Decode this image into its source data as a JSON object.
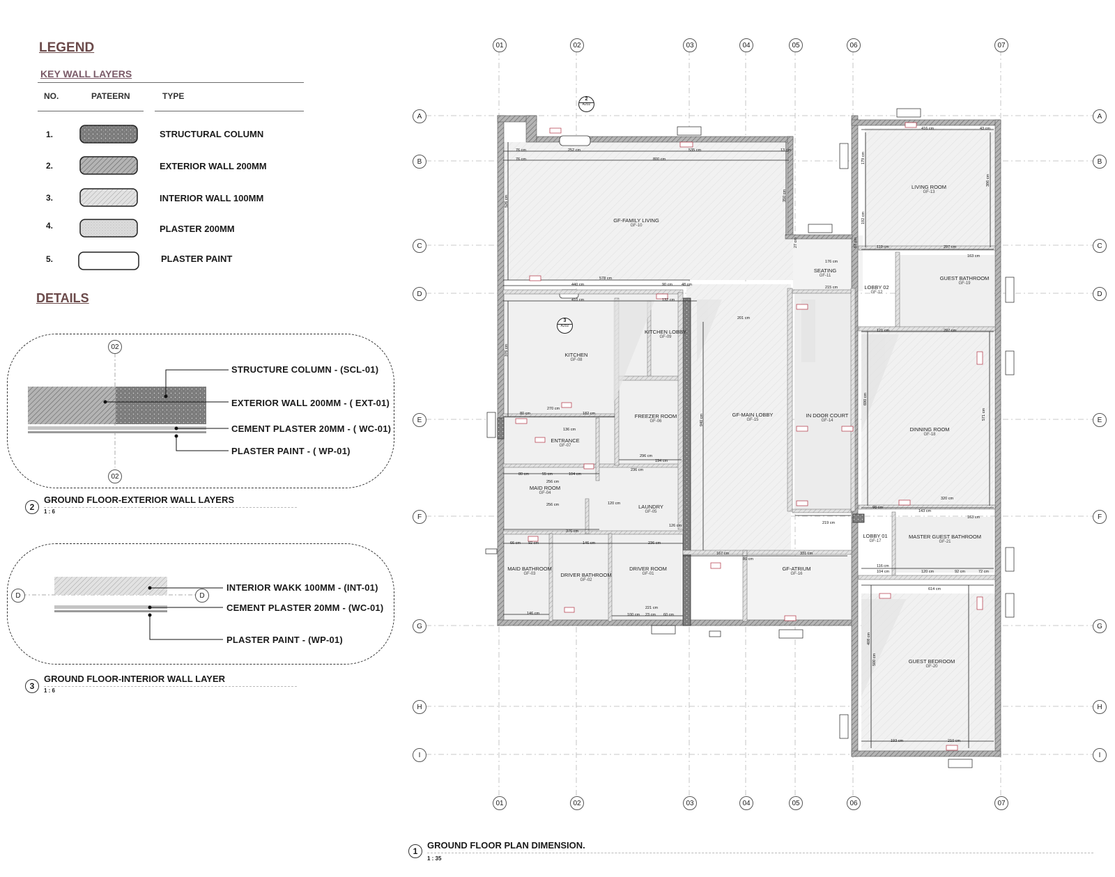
{
  "legend": {
    "title": "LEGEND",
    "subtitle": "KEY WALL LAYERS",
    "headers": {
      "no": "NO.",
      "pattern": "PATEERN",
      "type": "TYPE"
    },
    "rows": [
      {
        "no": "1.",
        "type": "STRUCTURAL COLUMN",
        "pattern": "concrete-dots"
      },
      {
        "no": "2.",
        "type": "EXTERIOR WALL 200MM",
        "pattern": "dense-hatch"
      },
      {
        "no": "3.",
        "type": "INTERIOR WALL 100MM",
        "pattern": "light-hatch"
      },
      {
        "no": "4.",
        "type": "PLASTER 200MM",
        "pattern": "stipple"
      },
      {
        "no": "5.",
        "type": "PLASTER PAINT",
        "pattern": "blank"
      }
    ]
  },
  "details": {
    "title": "DETAILS",
    "detail2": {
      "grid_top": "02",
      "grid_bottom": "02",
      "callouts": [
        "STRUCTURE COLUMN - (SCL-01)",
        "EXTERIOR WALL 200MM - ( EXT-01)",
        "CEMENT PLASTER 20MM - ( WC-01)",
        "PLASTER PAINT - ( WP-01)"
      ],
      "caption_number": "2",
      "caption_title": "GROUND FLOOR-EXTERIOR WALL LAYERS",
      "caption_scale": "1 : 6"
    },
    "detail3": {
      "grid_left": "D",
      "grid_right": "D",
      "callouts": [
        "INTERIOR WAKK 100MM - (INT-01)",
        "CEMENT PLASTER 20MM - (WC-01)",
        "PLASTER PAINT - (WP-01)"
      ],
      "caption_number": "3",
      "caption_title": "GROUND FLOOR-INTERIOR WALL LAYER",
      "caption_scale": "1 : 6"
    }
  },
  "plan": {
    "grid_columns": [
      "01",
      "02",
      "03",
      "04",
      "05",
      "06",
      "07"
    ],
    "grid_rows": [
      "A",
      "B",
      "C",
      "D",
      "E",
      "F",
      "G",
      "H",
      "I"
    ],
    "section_tags": [
      {
        "number": "2",
        "sheet": "A202"
      },
      {
        "number": "3",
        "sheet": "A202"
      }
    ],
    "rooms": [
      {
        "name": "GF-FAMILY LIVING",
        "code": "GF-10"
      },
      {
        "name": "LIVING ROOM",
        "code": "GF-13"
      },
      {
        "name": "SEATING",
        "code": "GF-11"
      },
      {
        "name": "LOBBY 02",
        "code": "GF-12"
      },
      {
        "name": "GUEST BATHROOM",
        "code": "GF-19"
      },
      {
        "name": "KITCHEN LOBBY",
        "code": "GF-09"
      },
      {
        "name": "KITCHEN",
        "code": "GF-08"
      },
      {
        "name": "FREEZER ROOM",
        "code": "GF-06"
      },
      {
        "name": "ENTRANCE",
        "code": "GF-07"
      },
      {
        "name": "GF-MAIN LOBBY",
        "code": "GF-15"
      },
      {
        "name": "IN DOOR COURT",
        "code": "GF-14"
      },
      {
        "name": "DINNING ROOM",
        "code": "GF-18"
      },
      {
        "name": "MAID ROOM",
        "code": "GF-04"
      },
      {
        "name": "LAUNDRY",
        "code": "GF-05"
      },
      {
        "name": "LOBBY 01",
        "code": "GF-17"
      },
      {
        "name": "MASTER GUEST BATHROOM",
        "code": "GF-21"
      },
      {
        "name": "MAID BATHROOM",
        "code": "GF-03"
      },
      {
        "name": "DRIVER BATHROOM",
        "code": "GF-02"
      },
      {
        "name": "DRIVER ROOM",
        "code": "GF-01"
      },
      {
        "name": "GF-ATRIUM",
        "code": "GF-16"
      },
      {
        "name": "GUEST BEDROOM",
        "code": "GF-20"
      }
    ],
    "dimensions": {
      "top_run": [
        "76 cm",
        "252 cm",
        "535 cm",
        "13 cm"
      ],
      "second_run": [
        "76 cm",
        "800 cm"
      ],
      "upper_right": [
        "416 cm",
        "43 cm"
      ],
      "family_living_left": "526 cm",
      "family_living_right": "350 cm",
      "living_room_left": "179 cm",
      "living_room_right": "386 cm",
      "living_room_lower": "192 cm",
      "lobby_run": [
        "119 cm",
        "297 cm"
      ],
      "seating_run": [
        "27 cm",
        "176 cm",
        "67 cm"
      ],
      "family_bottom": "578 cm",
      "family_bottom_run": [
        "440 cm",
        "90 cm",
        "48 cm"
      ],
      "kitchen_top": "410 cm",
      "kitchen_lobby_top": "132 cm",
      "guest_bath_top": "163 cm",
      "court_top": "215 cm",
      "main_lobby_top": "201 cm",
      "guest_bath_run": [
        "121 cm",
        "297 cm"
      ],
      "kitchen_left": "376 cm",
      "kitchen_run": [
        "80 cm",
        "270 cm",
        "182 cm"
      ],
      "entrance": "136 cm",
      "freezer": [
        "296 cm",
        "194 cm"
      ],
      "main_lobby_height": "940 cm",
      "court_width": "219 cm",
      "dinning_left": "690 cm",
      "dinning_right": "571 cm",
      "dinning_bottom": "320 cm",
      "maid_run": [
        "80 cm",
        "55 cm",
        "104 cm"
      ],
      "maid_room": [
        "256 cm",
        "256 cm",
        "376 cm"
      ],
      "laundry": [
        "120 cm",
        "236 cm",
        "126 cm"
      ],
      "lobby01_run": [
        "98 cm"
      ],
      "atrium_run": [
        "167 cm",
        "80 cm",
        "331 cm"
      ],
      "maid_bath_run": [
        "66 cm",
        "92 cm",
        "146 cm",
        "236 cm"
      ],
      "master_bath": [
        "143 cm",
        "163 cm",
        "116 cm",
        "104 cm",
        "120 cm",
        "92 cm",
        "72 cm"
      ],
      "bedroom_top": "614 cm",
      "bedroom_left": "408 cm",
      "bedroom_mid": "500 cm",
      "bedroom_bottom_run": [
        "193 cm",
        "210 cm"
      ],
      "driver_run": [
        "100 cm",
        "23 cm",
        "60 cm",
        "221 cm"
      ],
      "maid_bath_bottom": "146 cm"
    },
    "caption_number": "1",
    "caption_title": "GROUND FLOOR PLAN DIMENSION.",
    "caption_scale": "1 : 35"
  },
  "colors": {
    "legend_heading": "#6b4a4a",
    "key_subheading": "#7a5a68",
    "wall_exterior": "#8a8a8a",
    "grid_line": "#b0b0b0",
    "dimension_line": "#222222",
    "room_fill": "#eeeeee",
    "tag_red": "#b03040"
  }
}
